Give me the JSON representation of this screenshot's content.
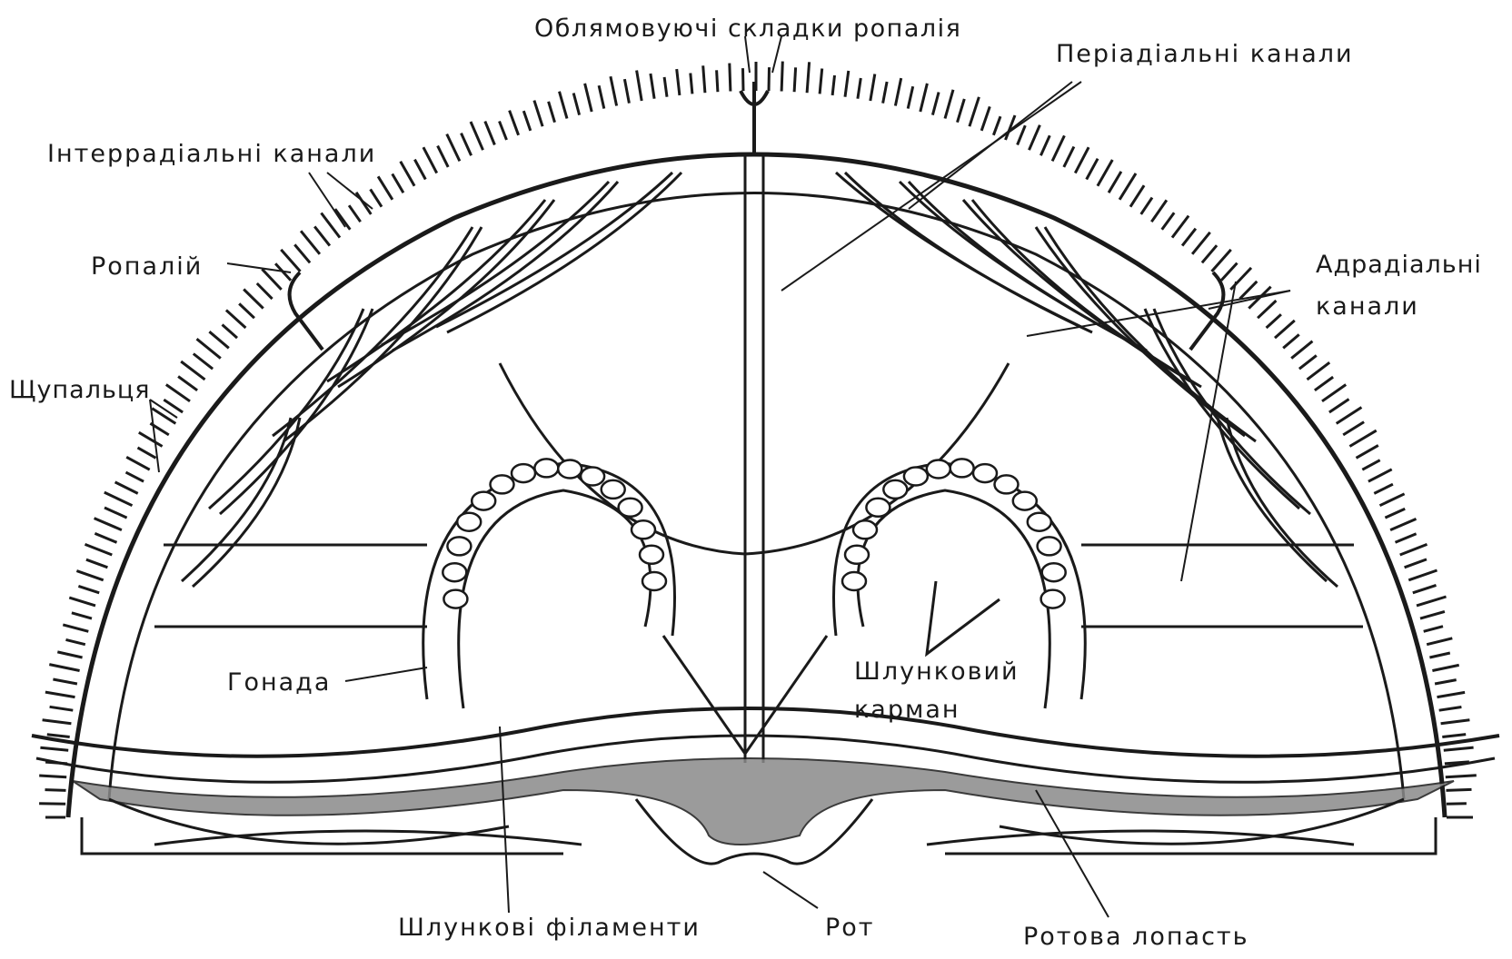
{
  "diagram": {
    "labels": {
      "fringe_folds": "Облямовуючі складки ропалія",
      "periradial": "Періадіальні канали",
      "interradial": "Інтеррадіальні канали",
      "ropaliy": "Ропалій",
      "adradial_1": "Адрадіальні",
      "adradial_2": "канали",
      "tentacles": "Щупальця",
      "gonad": "Гонада",
      "gastric_1": "Шлунковий",
      "gastric_2": "карман",
      "filaments": "Шлункові філаменти",
      "mouth": "Рот",
      "oral_lobe": "Ротова лопасть"
    }
  }
}
